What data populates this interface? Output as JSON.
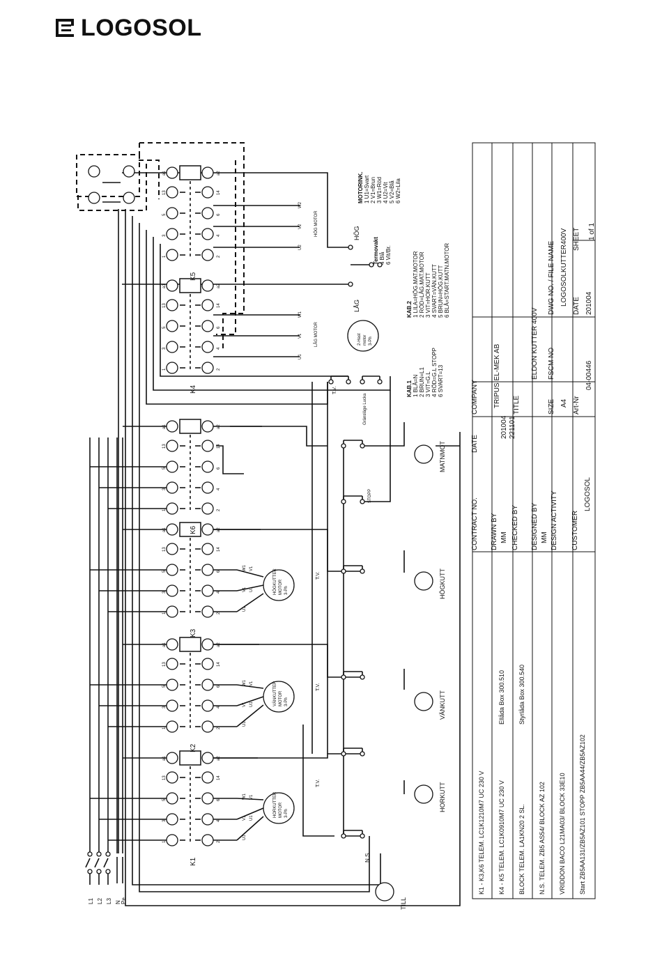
{
  "logo": {
    "text": "LOGOSOL"
  },
  "supply": [
    "L1",
    "L2",
    "L3",
    "N",
    "Pe"
  ],
  "contactors": [
    {
      "label": "K1",
      "motor": "HORKUTTER MOTOR 3-Ph",
      "lamp": "HORKUTT"
    },
    {
      "label": "K2",
      "motor": "VÄNKUTTER MOTOR 3-Ph",
      "lamp": "VÄNKUTT"
    },
    {
      "label": "K3",
      "motor": "HÖGKUTTER MOTOR 3-Ph",
      "lamp": "HÖGKUTT"
    },
    {
      "label": "K6",
      "motor": "",
      "lamp": "MATNMOT"
    }
  ],
  "upper": {
    "k4": "K4",
    "k5": "K5",
    "lag": "LÅG",
    "hog": "HÖG",
    "lag_motor": "LÅG MOTOR",
    "hog_motor": "HÖG MOTOR",
    "motor2": "2-Hast motor 3-Ph"
  },
  "terminals": {
    "u1": "U1",
    "v1": "V1",
    "w1": "W1",
    "u2": "U2",
    "v2": "V2",
    "w2": "W2",
    "a1": "a1",
    "a2": "a2",
    "t13": "13",
    "t14": "14",
    "t1": "1",
    "t2": "2",
    "t3": "3",
    "t4": "4",
    "t5": "5",
    "t6": "6"
  },
  "switches": {
    "tv": "T.V.",
    "grans": "Gränsläge Lucka",
    "stopp": "STOPP",
    "ns": "N.S.",
    "till": "TILL"
  },
  "motorink": {
    "title": "MOTORINK.",
    "lines": [
      "1 U1=Svart",
      "2 V1=Brun",
      "3 W1=Röd",
      "4 U2=Vit",
      "5 V2=Blå",
      "6 W2=Lila"
    ]
  },
  "termovakt": {
    "title": "Termovakt",
    "lines": [
      "4 Blå",
      "6 Vit/Br."
    ]
  },
  "kab2": {
    "title": "KAB.2",
    "lines": [
      "1 LILA=HÖG.MAT.MOTOR",
      "2 RÖD=LÅG.MAT.MOTOR",
      "3 VIT=HOR.KUTT",
      "4 SVART=VÄN.KUTT",
      "5 BRUN=HÖG.KUTT",
      "6 BLÅ=START.MATN.MOTOR"
    ]
  },
  "kab1": {
    "title": "KAB.1",
    "lines": [
      "1 BLÅ=N",
      "2 BRUN=L1",
      "3 VIT=G.L",
      "4 RÖD=G.L STOPP",
      "6 SVART=13"
    ]
  },
  "parts": [
    {
      "a": "K1 - K3,K6 TELEM.  LC1K1210M7   UC 230 V",
      "b": ""
    },
    {
      "a": "K4 - K5 TELEM.  LC1K0910M7   UC 230 V",
      "b": "Ellåda Box 300.510"
    },
    {
      "a": "BLOCK TELEM. LA1KN20   2 SL.",
      "b": "Styrlåda Box 300.540"
    },
    {
      "a": "N.S.    TELEM. ZB5 AS54/ BLOCK AZ 102",
      "b": ""
    },
    {
      "a": "VRIDDON BACO L21MA03/ BLOCK 33E10",
      "b": ""
    },
    {
      "a": "Start     ZB5AA131/ZB5AZ101      STOPP   ZB5AA44/ZB5AZ102",
      "b": ""
    }
  ],
  "titleblock": {
    "contract_label": "CONTRACT NO.",
    "date_label": "DATE",
    "company_label": "COMPANY",
    "drawn_label": "DRAWN BY",
    "drawn": "MM",
    "drawn_date": "201004",
    "checked_label": "CHECKED BY",
    "checked_date": "221101",
    "designed_label": "DESIGNED BY",
    "designed": "MM",
    "activity_label": "DESIGN ACTIVITY",
    "customer_label": "CUSTOMER",
    "customer": "LOGOSOL",
    "company": "TRIPUS EL-MEK AB",
    "title_label": "TITLE",
    "title": "ELDON KUTTER 400V",
    "size_label": "SIZE",
    "size": "A4",
    "fscm_label": "FSCM NO",
    "dwg_label": "DWG NO. / FILE NAME",
    "dwg": "LOGOSOLKUTTER400V",
    "artnr_label": "Art-Nr",
    "artnr": "04-00446",
    "date2_label": "DATE",
    "date2": "201004",
    "sheet_label": "SHEET",
    "sheet": "1 of 1"
  }
}
